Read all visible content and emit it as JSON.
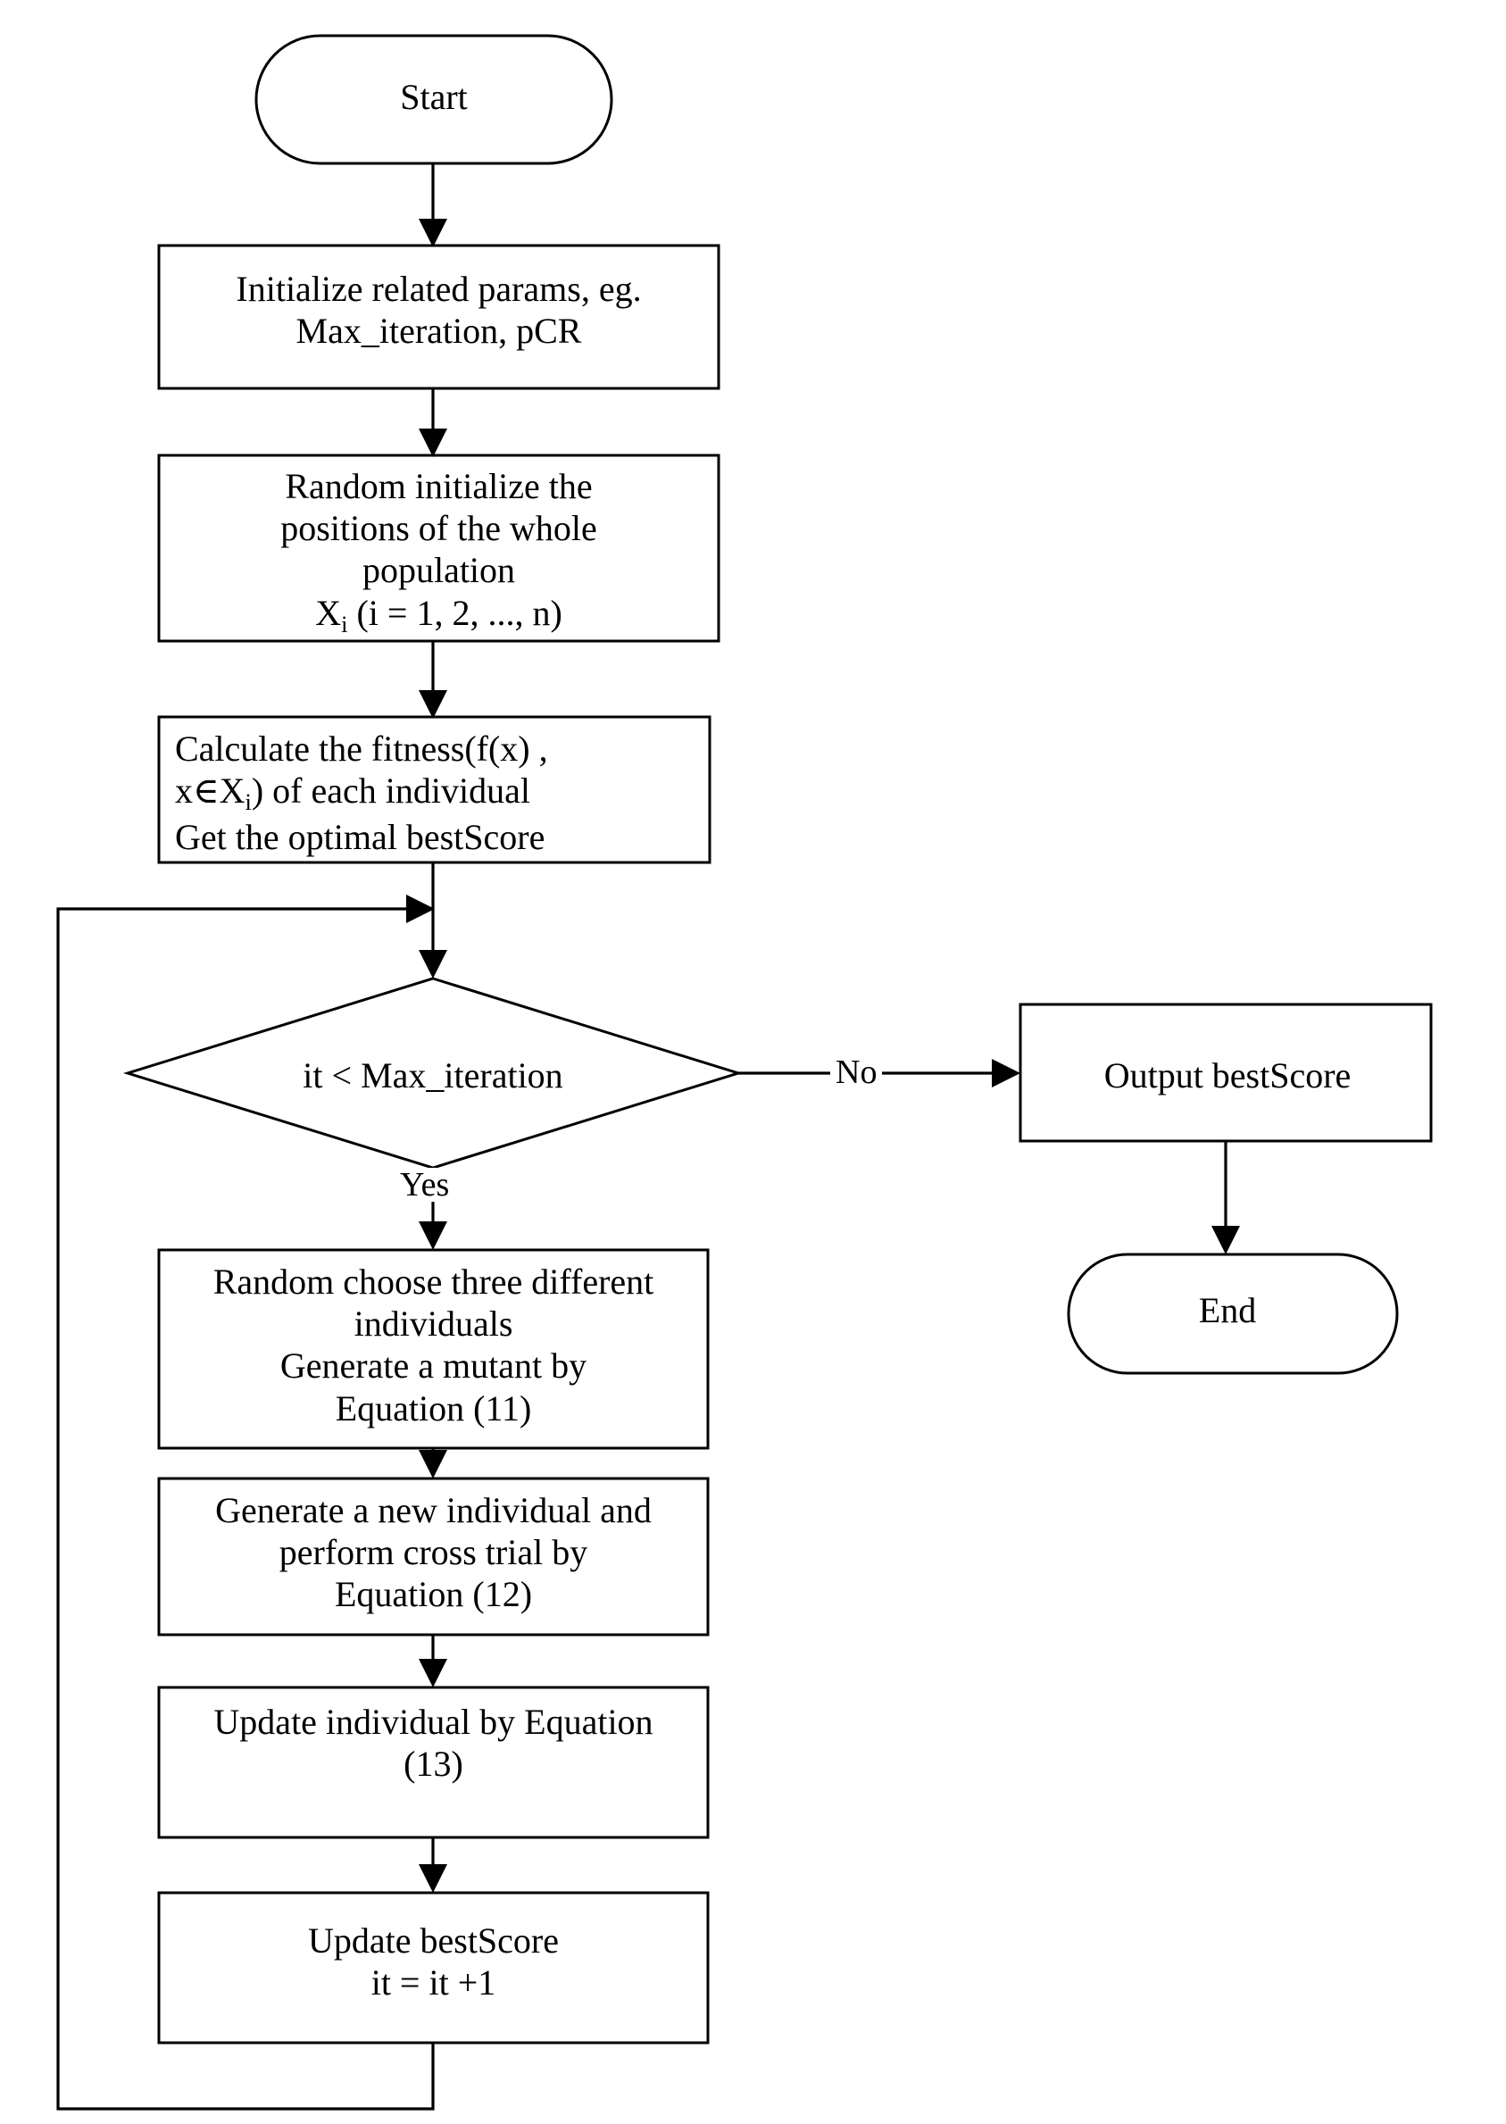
{
  "diagram": {
    "title": "Differential Evolution algorithm flowchart",
    "stroke_color": "#000000",
    "fill_color": "#ffffff",
    "background": "#ffffff"
  },
  "nodes": {
    "start": {
      "shape": "terminator",
      "label": "Start"
    },
    "init_params": {
      "shape": "process",
      "label": "Initialize related params, eg.\nMax_iteration, pCR"
    },
    "random_init": {
      "shape": "process",
      "line1": "Random initialize the",
      "line2": "positions of the whole",
      "line3": "population",
      "line4_prefix": "X",
      "line4_sub": "i",
      "line4_suffix": " (i = 1, 2, ..., n)"
    },
    "calculate_fitness": {
      "shape": "process",
      "line1": "Calculate the fitness(f(x) ,",
      "line2_prefix": "x∈X",
      "line2_sub": "i",
      "line2_suffix": ") of each individual",
      "line3": "Get the optimal bestScore"
    },
    "decision": {
      "shape": "decision",
      "label": "it < Max_iteration"
    },
    "random_choose": {
      "shape": "process",
      "label": "Random choose three different\nindividuals\nGenerate a mutant by\nEquation (11)"
    },
    "cross_trial": {
      "shape": "process",
      "label": "Generate a new individual and\nperform cross trial by\nEquation (12)"
    },
    "update_individual": {
      "shape": "process",
      "label": "Update individual by Equation\n(13)"
    },
    "update_bestscore": {
      "shape": "process",
      "label": "Update bestScore\nit = it +1"
    },
    "output_bestscore": {
      "shape": "process",
      "label": "Output bestScore"
    },
    "end": {
      "shape": "terminator",
      "label": "End"
    }
  },
  "edges": {
    "decision_no": {
      "label": "No",
      "from": "decision",
      "to": "output_bestscore"
    },
    "decision_yes": {
      "label": "Yes",
      "from": "decision",
      "to": "random_choose"
    },
    "loop_back": {
      "label": "",
      "from": "update_bestscore",
      "to": "decision"
    }
  }
}
